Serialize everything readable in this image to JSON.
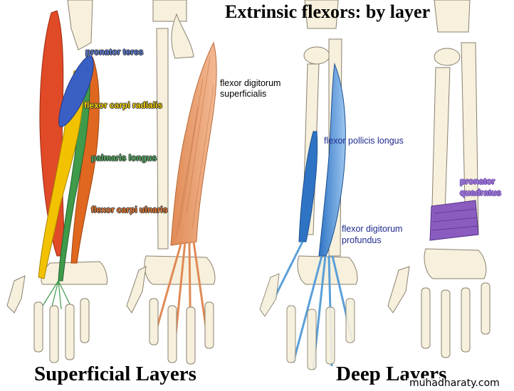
{
  "title": "Extrinsic flexors: by layer",
  "captions": {
    "superficial": "Superficial Layers",
    "deep": "Deep Layers"
  },
  "watermark": "muhadharaty.com",
  "labels": {
    "pronator_teres": "pronator teres",
    "flexor_carpi_radialis": "flexor carpi radialis",
    "palmaris_longus": "palmaris longus",
    "flexor_carpi_ulnaris": "flexor carpi ulnaris",
    "fds_line1": "flexor digitorum",
    "fds_line2": "superficialis",
    "flexor_pollicis_longus": "flexor pollicis longus",
    "fdp_line1": "flexor digitorum",
    "fdp_line2": "profundus",
    "pq_line1": "pronator",
    "pq_line2": "quadratus"
  },
  "colors": {
    "pronator_teres": "#3a5fc4",
    "flexor_carpi_radialis": "#f2c200",
    "palmaris_longus": "#3f9a4a",
    "flexor_carpi_ulnaris": "#e0671f",
    "brachioradialis": "#e04a26",
    "fds": "#e89b6a",
    "fpl_fdp": "#5b9fd8",
    "pronator_quadratus": "#8a5cc0",
    "bone": "#f6f0dc",
    "bone_outline": "#8a8070"
  }
}
